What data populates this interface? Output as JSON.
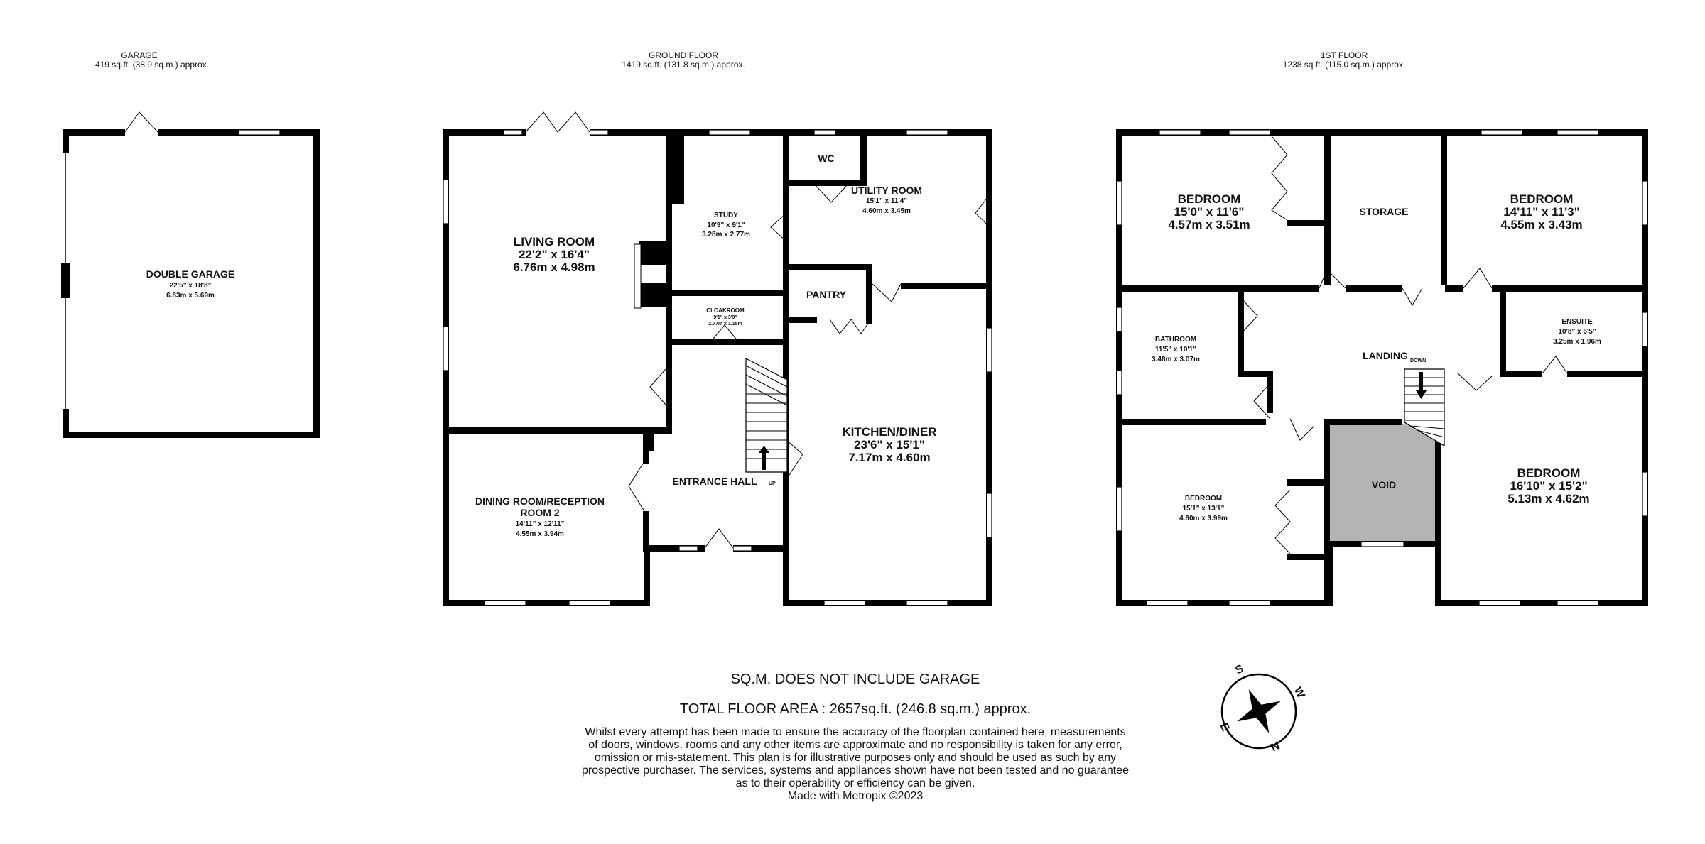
{
  "floors": {
    "garage": {
      "title": "GARAGE",
      "area": "419 sq.ft. (38.9 sq.m.) approx."
    },
    "ground": {
      "title": "GROUND FLOOR",
      "area": "1419 sq.ft. (131.8 sq.m.) approx."
    },
    "first": {
      "title": "1ST FLOOR",
      "area": "1238 sq.ft. (115.0 sq.m.) approx."
    }
  },
  "rooms": {
    "double_garage": {
      "name": "DOUBLE GARAGE",
      "imperial": "22'5\"  x 18'8\"",
      "metric": "6.83m  x 5.69m"
    },
    "living_room": {
      "name": "LIVING ROOM",
      "imperial": "22'2\"  x 16'4\"",
      "metric": "6.76m  x 4.98m"
    },
    "study": {
      "name": "STUDY",
      "imperial": "10'9\"  x 9'1\"",
      "metric": "3.28m  x 2.77m"
    },
    "wc": {
      "name": "WC"
    },
    "utility_room": {
      "name": "UTILITY ROOM",
      "imperial": "15'1\"  x 11'4\"",
      "metric": "4.60m  x 3.45m"
    },
    "pantry": {
      "name": "PANTRY"
    },
    "cloakroom": {
      "name": "CLOAKROOM",
      "imperial": "9'1\"  x 3'9\"",
      "metric": "2.77m  x 1.15m"
    },
    "kitchen_diner": {
      "name": "KITCHEN/DINER",
      "imperial": "23'6\"  x 15'1\"",
      "metric": "7.17m  x 4.60m"
    },
    "entrance_hall": {
      "name": "ENTRANCE HALL",
      "stair_label": "UP"
    },
    "dining_room": {
      "name_line1": "DINING ROOM/RECEPTION",
      "name_line2": "ROOM 2",
      "imperial": "14'11\"  x 12'11\"",
      "metric": "4.55m  x 3.94m"
    },
    "bedroom_1": {
      "name": "BEDROOM",
      "imperial": "15'0\"  x 11'6\"",
      "metric": "4.57m  x 3.51m"
    },
    "storage": {
      "name": "STORAGE"
    },
    "bedroom_2": {
      "name": "BEDROOM",
      "imperial": "14'11\"  x 11'3\"",
      "metric": "4.55m  x 3.43m"
    },
    "bathroom": {
      "name": "BATHROOM",
      "imperial": "11'5\"  x 10'1\"",
      "metric": "3.48m  x 3.07m"
    },
    "landing": {
      "name": "LANDING",
      "stair_label": "DOWN"
    },
    "ensuite": {
      "name": "ENSUITE",
      "imperial": "10'8\"  x 6'5\"",
      "metric": "3.25m  x 1.96m"
    },
    "bedroom_3": {
      "name": "BEDROOM",
      "imperial": "15'1\"  x 13'1\"",
      "metric": "4.60m  x 3.99m"
    },
    "void": {
      "name": "VOID"
    },
    "bedroom_4": {
      "name": "BEDROOM",
      "imperial": "16'10\"  x 15'2\"",
      "metric": "5.13m  x 4.62m"
    }
  },
  "notes": {
    "sqm_note": "SQ.M. DOES NOT INCLUDE GARAGE",
    "total_area": "TOTAL FLOOR AREA : 2657sq.ft. (246.8 sq.m.) approx.",
    "disclaimer": [
      "Whilst every attempt has been made to ensure the accuracy of the floorplan contained here, measurements",
      "of doors, windows, rooms and any other items are approximate and no responsibility is taken for any error,",
      "omission or mis-statement. This plan is for illustrative purposes only and should be used as such by any",
      "prospective purchaser. The services, systems and appliances shown have not been tested and no guarantee",
      "as to their operability or efficiency can be given."
    ],
    "credit": "Made with Metropix ©2023"
  },
  "compass": {
    "labels": [
      "S",
      "W",
      "N",
      "E"
    ]
  },
  "colors": {
    "wall": "#000000",
    "void_fill": "#b3b3b3",
    "background": "#ffffff"
  }
}
